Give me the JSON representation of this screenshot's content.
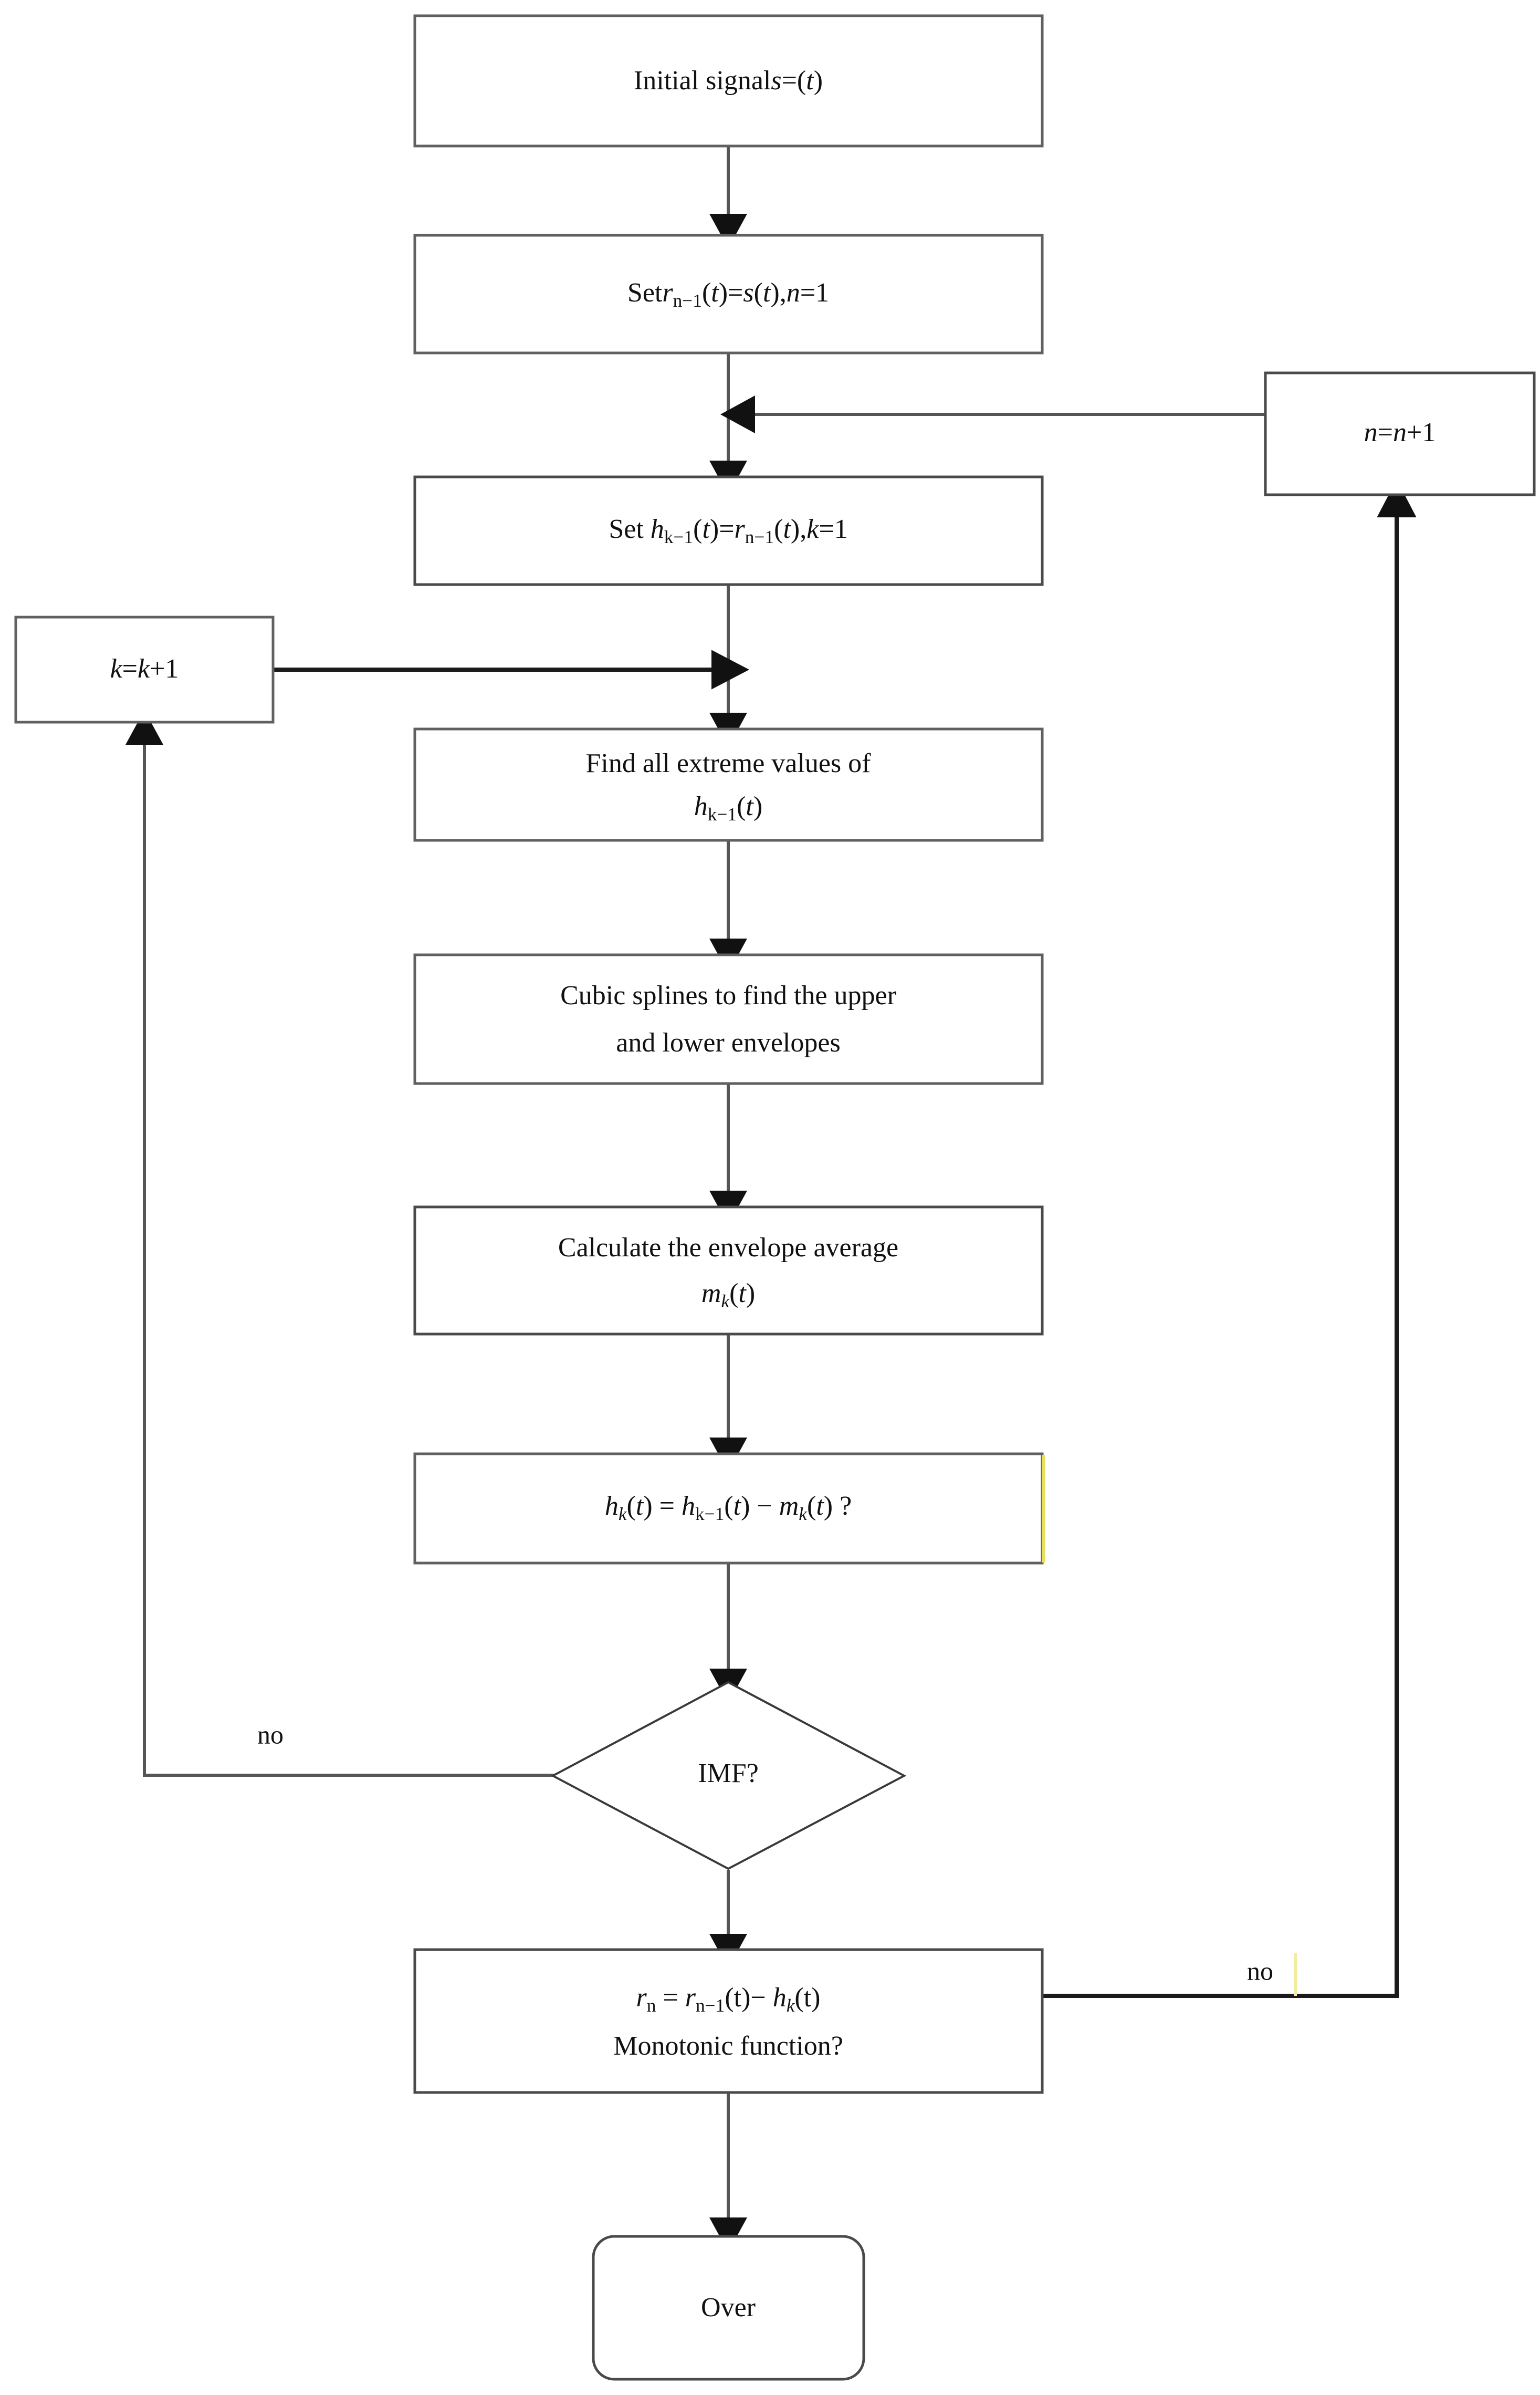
{
  "diagram": {
    "title": "EMD (Empirical Mode Decomposition) algorithm flowchart",
    "type": "flowchart",
    "background_color": "#ffffff",
    "box_stroke_color": "#606060",
    "text_color": "#111111",
    "nodes": [
      {
        "id": "start",
        "shape": "rectangle",
        "text": "Initial signal s=(t)",
        "text_plain": "Initial signals=(t)"
      },
      {
        "id": "set_r",
        "shape": "rectangle",
        "text": "Set r n-1 (t)=s(t), n=1",
        "text_plain": "Setr_{n-1}(t)=s(t),n=1"
      },
      {
        "id": "n_increment",
        "shape": "rectangle",
        "text": "n=n+1",
        "text_plain": "n=n+1"
      },
      {
        "id": "set_h",
        "shape": "rectangle",
        "text": "Set h k-1 (t)=r n-1 (t), k=1",
        "text_plain": "Set h_{k-1}(t)=r_{n-1}(t),k=1"
      },
      {
        "id": "k_increment",
        "shape": "rectangle",
        "text": "k=k+1",
        "text_plain": "k=k+1"
      },
      {
        "id": "find_extreme",
        "shape": "rectangle",
        "line1": "Find all extreme values of",
        "line2": "h k-1 (t)",
        "text_plain": "Find all extreme values of h_{k-1}(t)"
      },
      {
        "id": "cubic_splines",
        "shape": "rectangle",
        "line1": "Cubic splines to find the upper",
        "line2": "and lower envelopes",
        "text_plain": "Cubic splines to find the upper and lower envelopes"
      },
      {
        "id": "envelope_average",
        "shape": "rectangle",
        "line1": "Calculate the envelope average",
        "line2": "m k (t)",
        "text_plain": "Calculate the envelope average m_k(t)"
      },
      {
        "id": "h_equation",
        "shape": "rectangle",
        "text": "h k (t) = h k-1 (t) - m k (t) ?",
        "text_plain": "h_k(t) = h_{k-1}(t) - m_k(t) ?"
      },
      {
        "id": "imf_decision",
        "shape": "diamond",
        "text": "IMF?",
        "text_plain": "IMF?"
      },
      {
        "id": "r_equation",
        "shape": "rectangle",
        "line1": "r n = r n-1 (t)- h k (t)",
        "line2": "Monotonic function?",
        "text_plain": "r_n = r_{n-1}(t)- h_k(t) Monotonic function?"
      },
      {
        "id": "over",
        "shape": "rounded-rectangle",
        "text": "Over",
        "text_plain": "Over"
      }
    ],
    "edge_labels": [
      {
        "id": "no_imf",
        "text": "no"
      },
      {
        "id": "no_monotonic",
        "text": "no"
      }
    ]
  }
}
